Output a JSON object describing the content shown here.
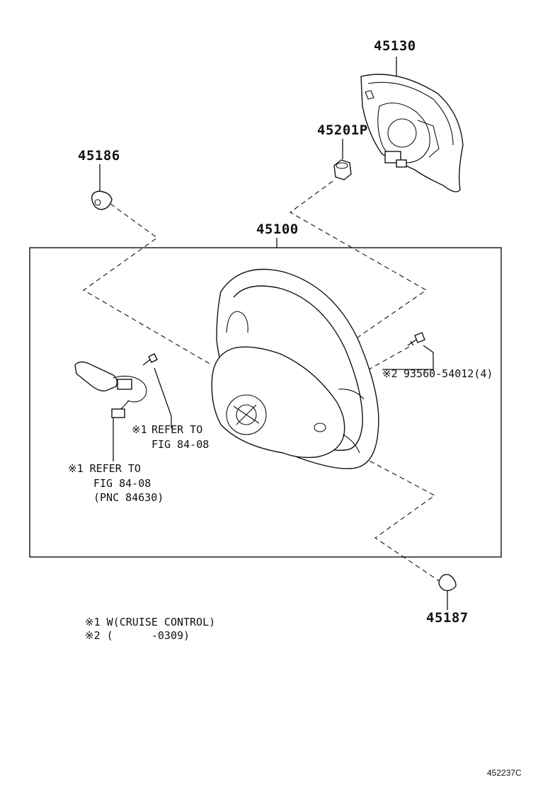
{
  "parts": {
    "horn_pad": "45130",
    "nut": "45201P",
    "cover_left": "45186",
    "wheel_assy": "45100",
    "screw": "93560-54012(4)",
    "cover_right": "45187"
  },
  "callouts": {
    "screw_mark": "※2",
    "refer_upper_mark": "※1",
    "refer_upper_line1": "REFER TO",
    "refer_upper_line2": "FIG 84-08",
    "refer_lower_line1": "※1  REFER TO",
    "refer_lower_line2": "FIG 84-08",
    "refer_lower_line3": "(PNC 84630)"
  },
  "legend": {
    "line1": "※1 W(CRUISE CONTROL)",
    "line2": "※2 (      -0309)"
  },
  "figure_code": "452237C",
  "icons": {
    "horn_pad": "airbag-horn-pad-icon",
    "nut": "nut-icon",
    "cover": "cover-cap-icon",
    "wheel": "steering-wheel-icon",
    "screw": "screw-icon",
    "switch": "cruise-control-switch-icon"
  }
}
